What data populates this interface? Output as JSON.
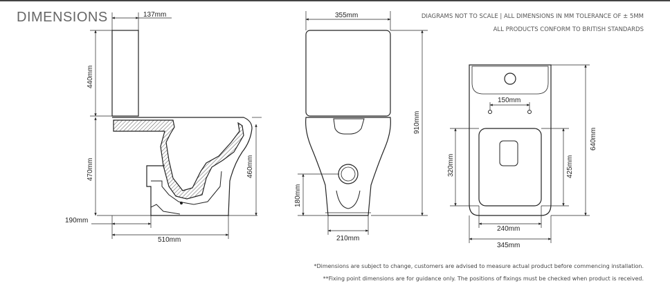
{
  "header": {
    "title": "DIMENSIONS",
    "note_line1": "DIAGRAMS NOT TO SCALE | ALL DIMENSIONS IN MM TOLERANCE OF ± 5MM",
    "note_line2": "ALL PRODUCTS CONFORM TO BRITISH STANDARDS"
  },
  "side_view": {
    "cistern_depth": "137mm",
    "cistern_height": "440mm",
    "pan_height": "470mm",
    "seat_height": "460mm",
    "outlet_setout": "190mm",
    "overall_length": "510mm"
  },
  "front_view": {
    "cistern_width": "355mm",
    "overall_height": "910mm",
    "outlet_height": "180mm",
    "base_width": "210mm"
  },
  "top_view": {
    "fixing_centres": "150mm",
    "overall_depth": "640mm",
    "seat_depth": "425mm",
    "bowl_depth": "320mm",
    "seat_width": "240mm",
    "overall_width": "345mm"
  },
  "footer": {
    "note1": "*Dimensions are subject to change, customers are advised to measure actual product before commencing installation.",
    "note2": "**Fixing point dimensions are for guidance only. The positions of fixings must be checked when product is received."
  }
}
